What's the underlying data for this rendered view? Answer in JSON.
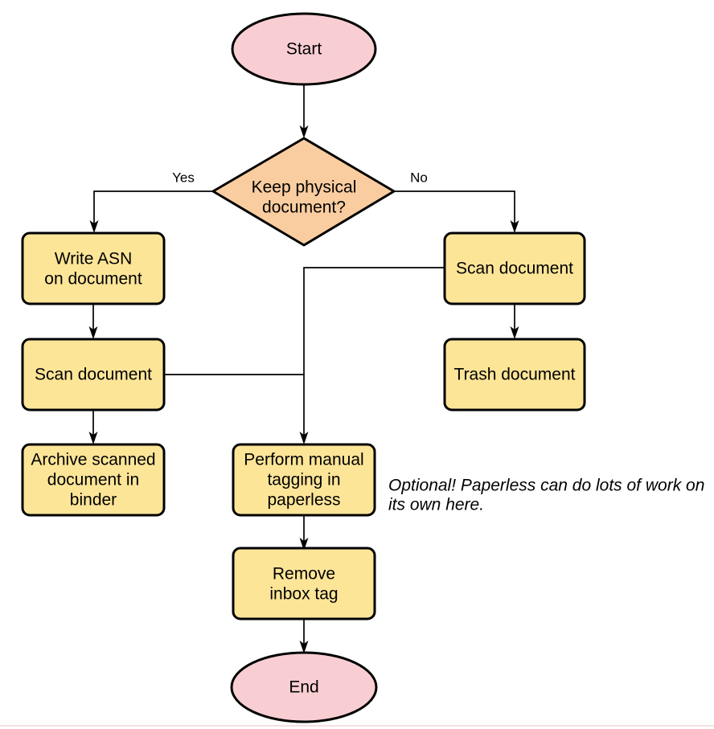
{
  "colors": {
    "background": "#ffffff",
    "terminal_fill": "#f9ced2",
    "decision_fill": "#facda0",
    "process_fill": "#fde598",
    "shape_stroke": "#000000",
    "edge_stroke": "#000000",
    "text": "#000000",
    "bottom_divider": "#f3e0e0"
  },
  "nodes": {
    "start": {
      "shape": "ellipse",
      "label": "Start"
    },
    "decision_keep_physical": {
      "shape": "diamond",
      "line1": "Keep physical",
      "line2": "document?"
    },
    "write_asn": {
      "shape": "rounded-rect",
      "line1": "Write ASN",
      "line2": "on document"
    },
    "scan_document_left": {
      "shape": "rounded-rect",
      "line1": "Scan document"
    },
    "archive_binder": {
      "shape": "rounded-rect",
      "line1": "Archive scanned",
      "line2": "document in",
      "line3": "binder"
    },
    "scan_document_right": {
      "shape": "rounded-rect",
      "line1": "Scan document"
    },
    "trash_document": {
      "shape": "rounded-rect",
      "line1": "Trash document"
    },
    "manual_tagging": {
      "shape": "rounded-rect",
      "line1": "Perform manual",
      "line2": "tagging in",
      "line3": "paperless"
    },
    "remove_inbox_tag": {
      "shape": "rounded-rect",
      "line1": "Remove",
      "line2": "inbox tag"
    },
    "end": {
      "shape": "ellipse",
      "label": "End"
    }
  },
  "edge_labels": {
    "yes": "Yes",
    "no": "No"
  },
  "annotation": {
    "line1": "Optional! Paperless can do lots of work on",
    "line2": "its own here."
  }
}
